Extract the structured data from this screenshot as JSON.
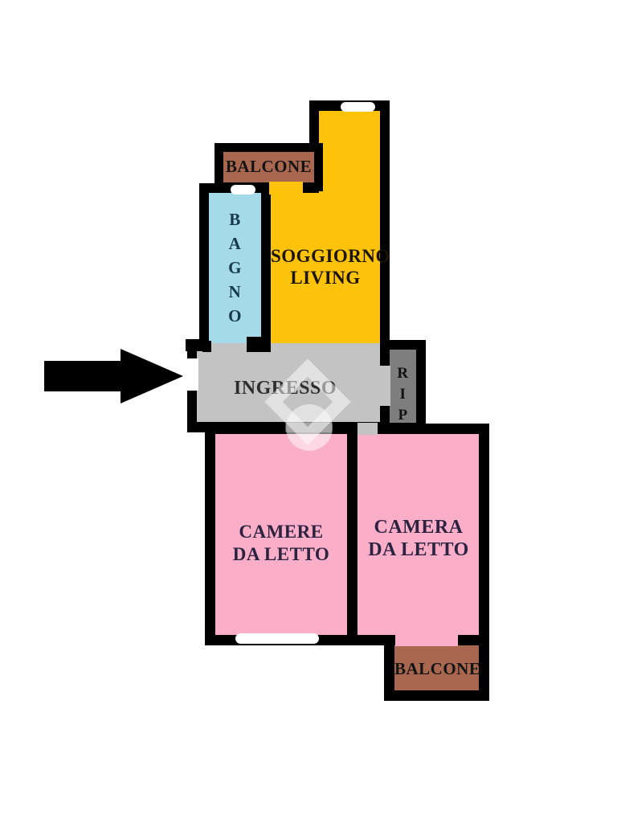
{
  "floorplan": {
    "background_color": "#FFFFFF",
    "wall_color": "#000000",
    "entrance_arrow": {
      "icon": "right-arrow",
      "color": "#000000"
    },
    "watermark": {
      "shape": "diamond-and-circle",
      "color": "rgba(255,255,255,0.5)"
    },
    "rooms": {
      "balcone_top": {
        "label": "BALCONE",
        "color": "#A9674F",
        "text_color": "#141414"
      },
      "bagno": {
        "label": "BAGNO",
        "letters": [
          "B",
          "A",
          "G",
          "N",
          "O"
        ],
        "color": "#A5DAE9",
        "text_color": "#17394E"
      },
      "soggiorno": {
        "line1": "SOGGIORNO",
        "line2": "LIVING",
        "color": "#FDC30B",
        "text_color": "#1C1506"
      },
      "ingresso": {
        "label": "INGRESSO",
        "color": "#C3C3C3",
        "text_color": "#2E2E2E"
      },
      "rip": {
        "label": "RIP",
        "letters": [
          "R",
          "I",
          "P"
        ],
        "color": "#7E7E7E",
        "text_color": "#111111"
      },
      "camere_da_letto": {
        "line1": "CAMERE",
        "line2": "DA LETTO",
        "color": "#FBAEC8",
        "text_color": "#2C2340"
      },
      "camera_da_letto": {
        "line1": "CAMERA",
        "line2": "DA LETTO",
        "color": "#FBAEC8",
        "text_color": "#2C2340"
      },
      "balcone_bottom": {
        "label": "BALCONE",
        "color": "#A9674F",
        "text_color": "#141414"
      }
    }
  }
}
